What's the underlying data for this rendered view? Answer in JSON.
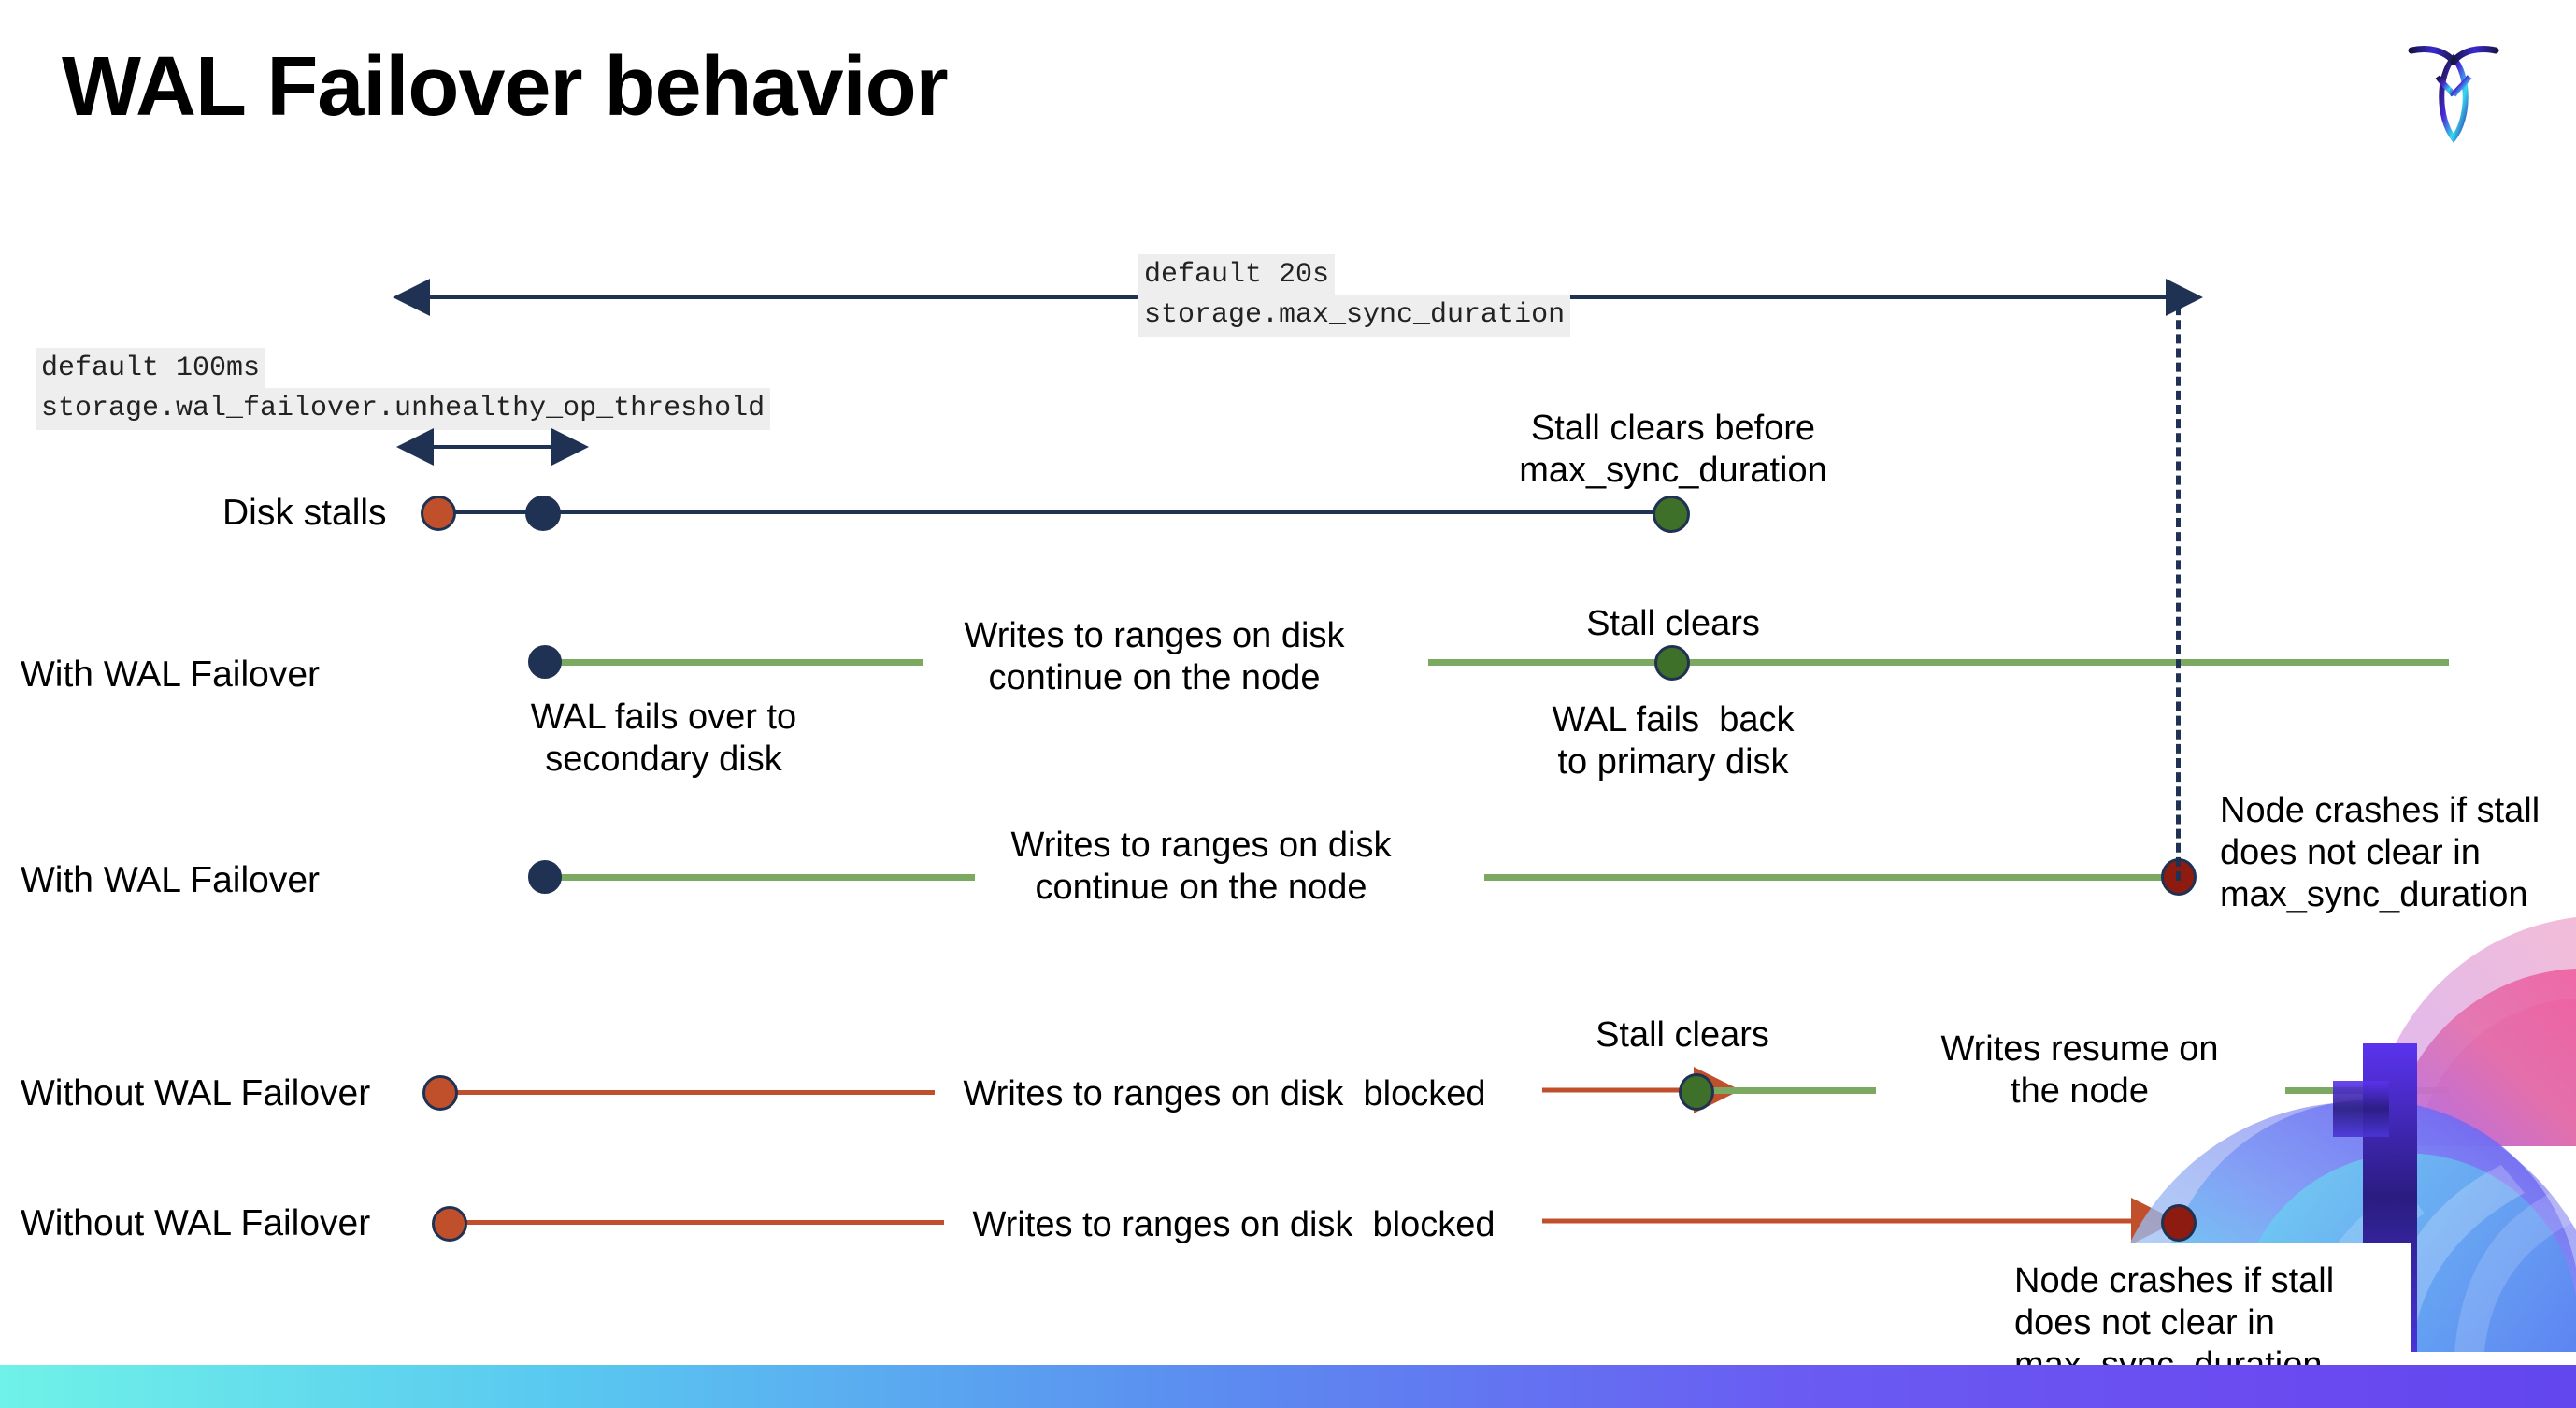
{
  "slide": {
    "title": "WAL Failover behavior",
    "logo_name": "cockroachdb-logo"
  },
  "annotations": {
    "max_sync_default": "default 20s",
    "max_sync_setting": "storage.max_sync_duration",
    "unhealthy_default": "default 100ms",
    "unhealthy_setting": "storage.wal_failover.unhealthy_op_threshold"
  },
  "rows": [
    {
      "id": "disk-stalls",
      "label": "Disk stalls",
      "note_above_right": "Stall clears before\nmax_sync_duration"
    },
    {
      "id": "with-wal-failover-1",
      "label": "With WAL Failover",
      "note_below_left": "WAL fails over to\nsecondary disk",
      "note_middle": "Writes to ranges on disk\ncontinue on the node",
      "note_above_right": "Stall clears",
      "note_below_right": "WAL fails  back\nto primary disk"
    },
    {
      "id": "with-wal-failover-2",
      "label": "With WAL Failover",
      "note_middle": "Writes to ranges on disk\ncontinue on the node",
      "note_right": "Node crashes if stall\ndoes not clear in\nmax_sync_duration"
    },
    {
      "id": "without-wal-failover-1",
      "label": "Without WAL Failover",
      "note_middle": "Writes to ranges on disk  blocked",
      "note_above_right": "Stall clears",
      "note_right": "Writes resume on\nthe node"
    },
    {
      "id": "without-wal-failover-2",
      "label": "Without WAL Failover",
      "note_middle": "Writes to ranges on disk  blocked",
      "note_right": "Node crashes if stall\ndoes not clear in\nmax_sync_duration"
    }
  ],
  "colors": {
    "navy": "#1F3253",
    "orange": "#C0502B",
    "green_line": "#7BA961",
    "green_dot": "#3F7029",
    "red_dot": "#8E1B10",
    "code_bg": "#EEEEEE",
    "bar_gradient_start": "#6FF2E8",
    "bar_gradient_end": "#6246EE"
  },
  "markers": {
    "stall-start": "stall-start-marker",
    "failover-start": "failover-start-marker",
    "stall-clear": "stall-clear-marker",
    "node-crash": "node-crash-marker"
  }
}
